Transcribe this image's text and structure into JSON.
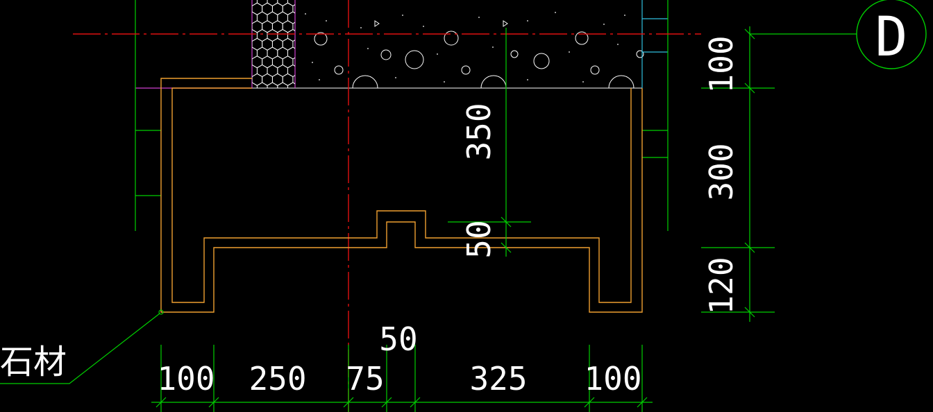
{
  "drawing": {
    "grid_bubble": {
      "label": "D"
    },
    "material_callout": {
      "label": "石材"
    },
    "horizontal_dimensions": [
      "100",
      "250",
      "75",
      "50",
      "325",
      "100"
    ],
    "vertical_dimensions_right": [
      "100",
      "300",
      "120"
    ],
    "inner_dimensions": [
      "350",
      "50"
    ],
    "colors": {
      "background": "#000000",
      "outline": "#f0a030",
      "dimension": "#00d000",
      "axis": "#e01010",
      "insulation": "#d040d0",
      "hatch": "#ffffff",
      "pipe": "#30c0e0"
    }
  }
}
